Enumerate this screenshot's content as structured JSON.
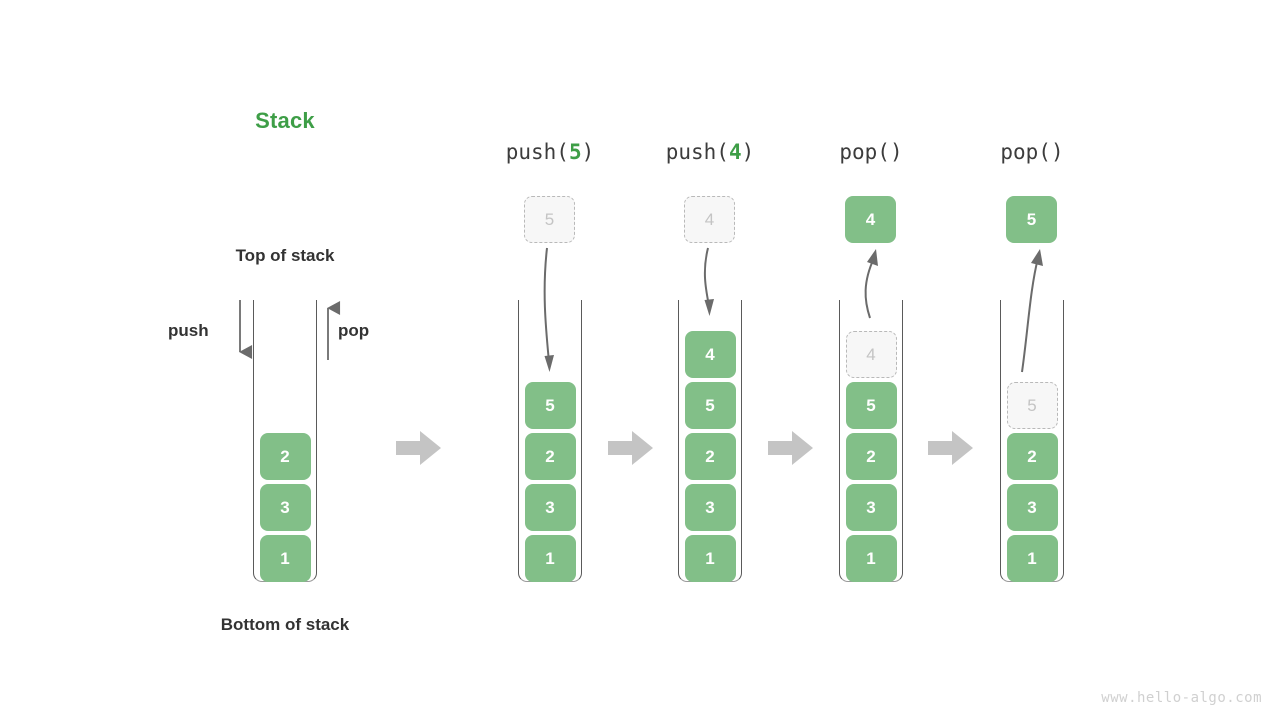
{
  "title": "Stack",
  "labels": {
    "top_of_stack": "Top of stack",
    "bottom_of_stack": "Bottom of stack",
    "push": "push",
    "pop": "pop"
  },
  "watermark": "www.hello-algo.com",
  "colors": {
    "accent_green": "#3e9e47",
    "box_green": "#82bf88",
    "ghost_fill": "#f7f7f7",
    "ghost_border": "#b9b9b9",
    "ghost_text": "#c4c4c4",
    "arrow_gray": "#6b6b6b",
    "step_arrow_gray": "#c4c4c4",
    "container_gray": "#5a5a5a",
    "text_dark": "#333333",
    "watermark_gray": "#d0d0d0"
  },
  "chart_data": {
    "type": "diagram",
    "title": "Stack",
    "description": "Stack push and pop operation sequence",
    "steps": [
      {
        "op_prefix": "",
        "op_value": "",
        "op_suffix": "",
        "stack": [
          "1",
          "3",
          "2"
        ],
        "float_box": null,
        "ghost_top": false
      },
      {
        "op_prefix": "push(",
        "op_value": "5",
        "op_suffix": ")",
        "stack": [
          "1",
          "3",
          "2",
          "5"
        ],
        "float_box": "5",
        "float_ghost": true,
        "arrow_dir": "down",
        "ghost_top": false
      },
      {
        "op_prefix": "push(",
        "op_value": "4",
        "op_suffix": ")",
        "stack": [
          "1",
          "3",
          "2",
          "5",
          "4"
        ],
        "float_box": "4",
        "float_ghost": true,
        "arrow_dir": "down",
        "ghost_top": false
      },
      {
        "op_prefix": "pop(",
        "op_value": "",
        "op_suffix": ")",
        "stack": [
          "1",
          "3",
          "2",
          "5",
          "4"
        ],
        "float_box": "4",
        "float_ghost": false,
        "arrow_dir": "up",
        "ghost_top": true
      },
      {
        "op_prefix": "pop(",
        "op_value": "",
        "op_suffix": ")",
        "stack": [
          "1",
          "3",
          "2",
          "5"
        ],
        "float_box": "5",
        "float_ghost": false,
        "arrow_dir": "up",
        "ghost_top": true
      }
    ]
  }
}
